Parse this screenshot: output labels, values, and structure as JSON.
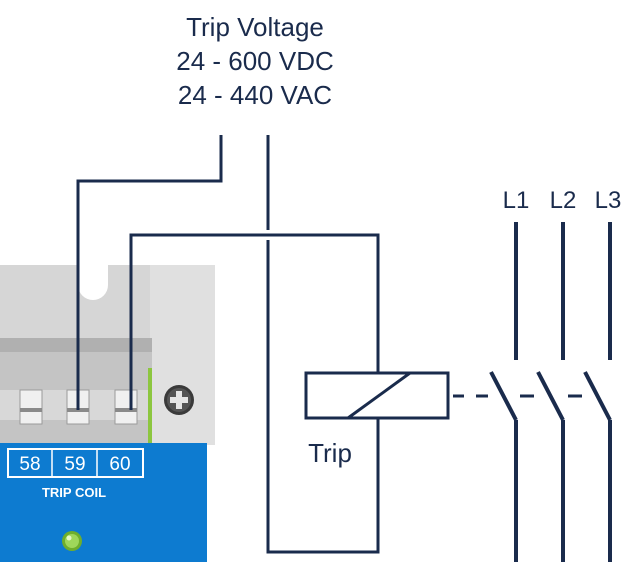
{
  "header": {
    "title": "Trip Voltage",
    "dc_range": "24 - 600 VDC",
    "ac_range": "24 - 440 VAC"
  },
  "phases": [
    "L1",
    "L2",
    "L3"
  ],
  "relay": {
    "label": "Trip"
  },
  "device": {
    "terminals": [
      "58",
      "59",
      "60"
    ],
    "panel_label": "TRIP COIL"
  },
  "colors": {
    "wire": "#1a2b4c",
    "panel_blue": "#0d7bd0",
    "housing_grey": "#d9d9d9",
    "indicator_green": "#8cc63f"
  }
}
